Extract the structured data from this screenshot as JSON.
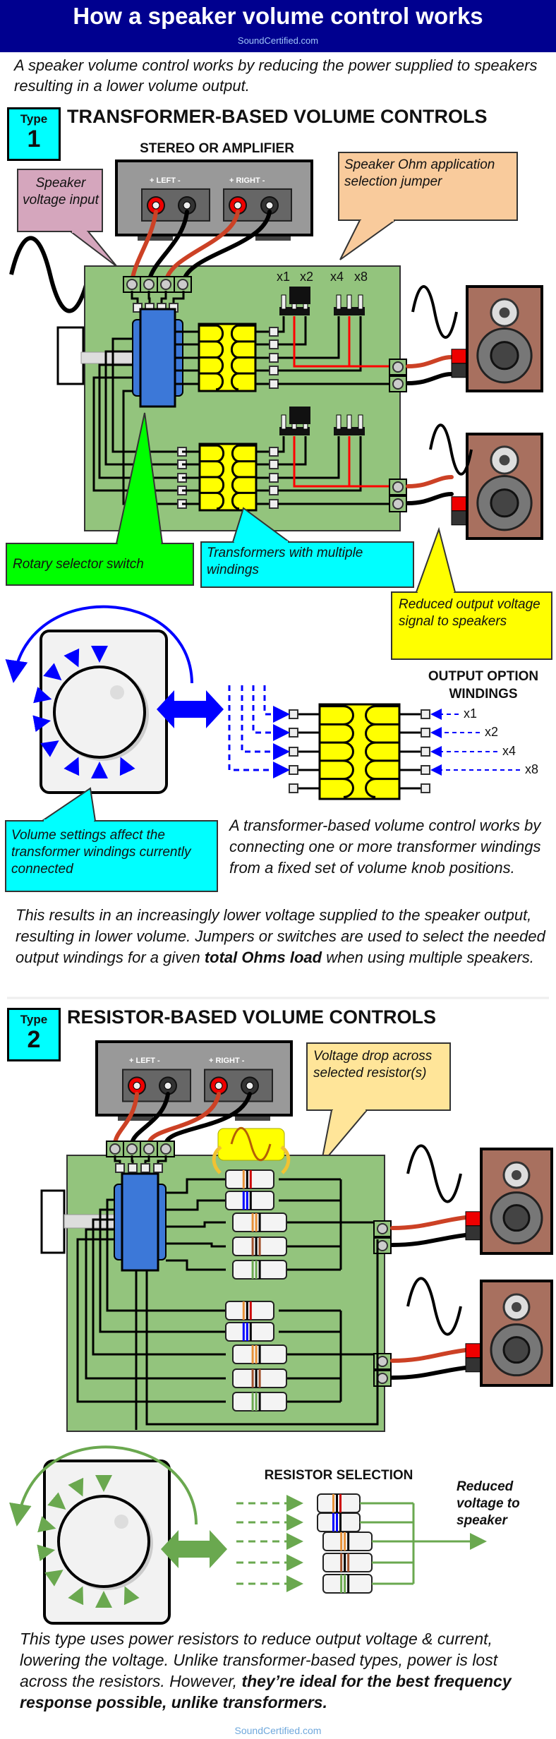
{
  "header": {
    "title": "How a speaker volume control works",
    "site": "SoundCertified.com"
  },
  "intro": "A speaker volume control works by reducing the power supplied to speakers resulting in a lower volume output.",
  "type1": {
    "badge_label": "Type",
    "badge_number": "1",
    "heading": "TRANSFORMER-BASED VOLUME CONTROLS",
    "amp_title": "STEREO OR AMPLIFIER",
    "amp_left": "+ LEFT -",
    "amp_right": "+ RIGHT -",
    "callout_input": "Speaker voltage input",
    "callout_jumper": "Speaker Ohm application selection jumper",
    "callout_rotary": "Rotary selector switch",
    "callout_transformers": "Transformers with multiple windings",
    "callout_reduced": "Reduced output voltage signal to speakers",
    "jumper_labels": [
      "x1",
      "x2",
      "x4",
      "x8"
    ],
    "windings_title_1": "OUTPUT OPTION",
    "windings_title_2": "WINDINGS",
    "winding_labels": [
      "x1",
      "x2",
      "x4",
      "x8"
    ],
    "callout_volume": "Volume settings affect the transformer windings currently connected",
    "para_right": "A transformer-based volume control works by connecting one or more transformer windings from a fixed set of volume knob positions.",
    "para_bottom_1": "This results in an increasingly lower voltage supplied to the speaker output, resulting in lower volume. Jumpers or switches are used to select the needed output windings for a given ",
    "para_bottom_bold": "total Ohms load",
    "para_bottom_2": " when using multiple speakers."
  },
  "type2": {
    "badge_label": "Type",
    "badge_number": "2",
    "heading": "RESISTOR-BASED VOLUME CONTROLS",
    "amp_left": "+ LEFT -",
    "amp_right": "+ RIGHT -",
    "callout_drop": "Voltage drop across selected resistor(s)",
    "selection_title": "RESISTOR SELECTION",
    "reduced": "Reduced voltage to speaker",
    "para_1": "This type uses power resistors to reduce output voltage & current, lowering the voltage. Unlike transformer-based types, power is lost across the resistors. However, ",
    "para_bold": "they’re ideal for the best frequency response possible, unlike transformers."
  },
  "footer": {
    "site": "SoundCertified.com"
  },
  "colors": {
    "header": "#00008f",
    "board": "#93c47d",
    "switch": "#3c78d8",
    "transformer": "#ffff00",
    "badge": "#00ffff",
    "arrow1": "#0000ff",
    "arrow2": "#6aa84f",
    "speaker": "#a8705f",
    "wire_red": "#cc4125"
  },
  "icons": [
    "sine-wave-icon",
    "speaker-icon",
    "knob-icon",
    "double-arrow-icon",
    "resistor-icon",
    "transformer-icon"
  ]
}
